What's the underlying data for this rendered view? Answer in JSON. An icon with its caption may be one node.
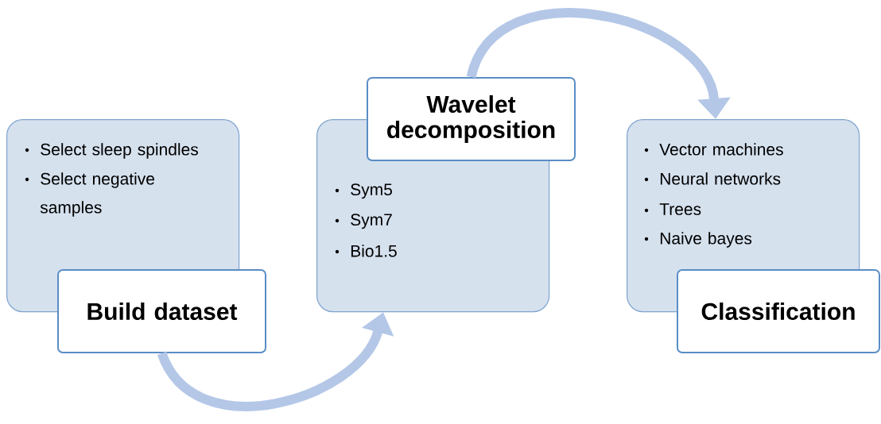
{
  "diagram": {
    "nodes": [
      {
        "text": [
          "Select sleep spindles",
          "Select negative samples"
        ]
      },
      {
        "text": [
          "Build dataset"
        ]
      },
      {
        "text": [
          "Sym5",
          "Sym7",
          "Bio1.5"
        ]
      },
      {
        "text": [
          "Wavelet decomposition"
        ]
      },
      {
        "text": [
          "Vector machines",
          "Neural networks",
          "Trees",
          "Naive bayes"
        ]
      },
      {
        "text": [
          "Classification"
        ]
      }
    ],
    "edges": [
      {
        "from": 1,
        "to": 2,
        "arrow": "to",
        "color": "#b4c7e7"
      },
      {
        "from": 3,
        "to": 4,
        "arrow": "to",
        "color": "#b4c7e7"
      }
    ]
  }
}
